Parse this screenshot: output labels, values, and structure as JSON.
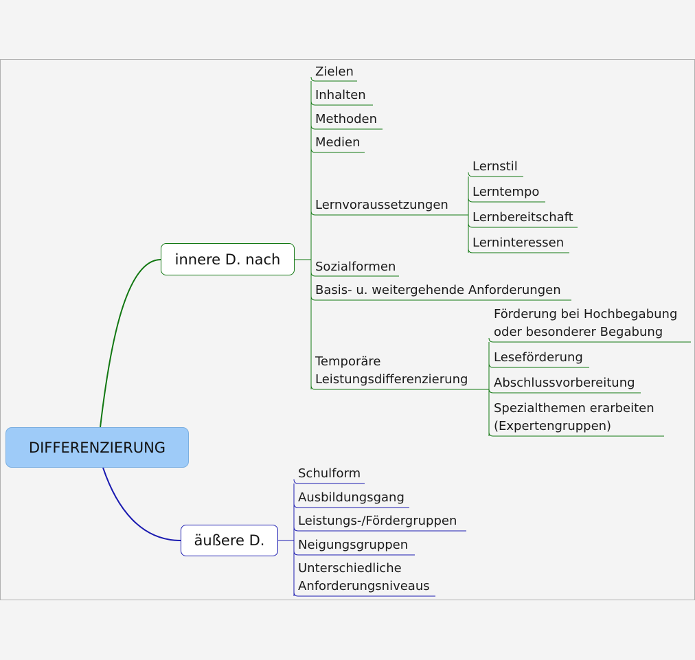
{
  "colors": {
    "inner_branch": "#117711",
    "outer_branch": "#1a1ab0",
    "root_fill": "#9ecbf8",
    "background": "#f4f4f4"
  },
  "root": {
    "label": "DIFFERENZIERUNG"
  },
  "inner": {
    "label": "innere D. nach",
    "items": [
      "Zielen",
      "Inhalten",
      "Methoden",
      "Medien",
      "Lernvoraussetzungen",
      "Sozialformen",
      "Basis- u. weitergehende Anforderungen",
      "Temporäre\nLeistungsdifferenzierung"
    ],
    "lernvoraussetzungen_children": [
      "Lernstil",
      "Lerntempo",
      "Lernbereitschaft",
      "Lerninteressen"
    ],
    "temporaere_children": [
      "Förderung bei Hochbegabung\noder besonderer Begabung",
      "Leseförderung",
      "Abschlussvorbereitung",
      "Spezialthemen erarbeiten\n(Expertengruppen)"
    ]
  },
  "outer": {
    "label": "äußere D.",
    "items": [
      "Schulform",
      "Ausbildungsgang",
      "Leistungs-/Fördergruppen",
      "Neigungsgruppen",
      "Unterschiedliche\nAnforderungsniveaus"
    ]
  }
}
